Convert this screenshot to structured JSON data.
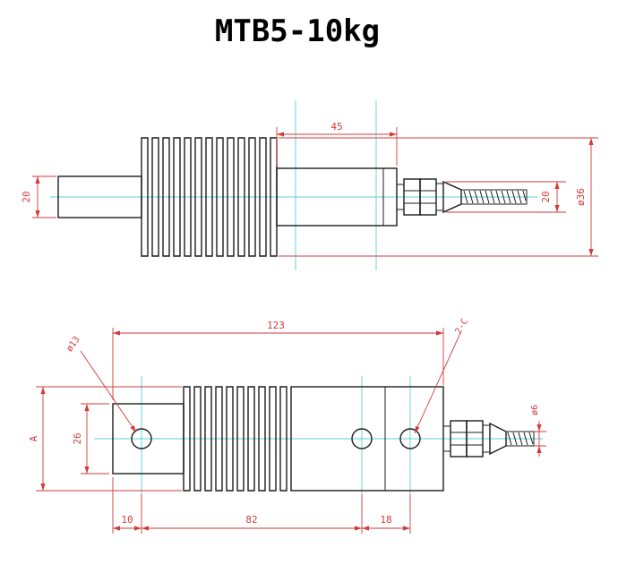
{
  "title": "MTB5-10kg",
  "colors": {
    "dimension_red": "#d23b3b",
    "centerline_cyan": "#5ecfdb",
    "outline_black": "#1c1c1c",
    "background": "#ffffff"
  },
  "side_view": {
    "shaft_diameter": "20",
    "body_length": "45",
    "end_height": "20",
    "bellows_diameter": "ø36"
  },
  "plan_view": {
    "overall_length": "123",
    "shaft_width": "26",
    "overall_width": "A",
    "left_offset": "10",
    "hole_span": "82",
    "end_offset": "18",
    "left_hole_label": "ø13",
    "right_hole_label": "2-C",
    "thread_diameter": "ø6"
  }
}
